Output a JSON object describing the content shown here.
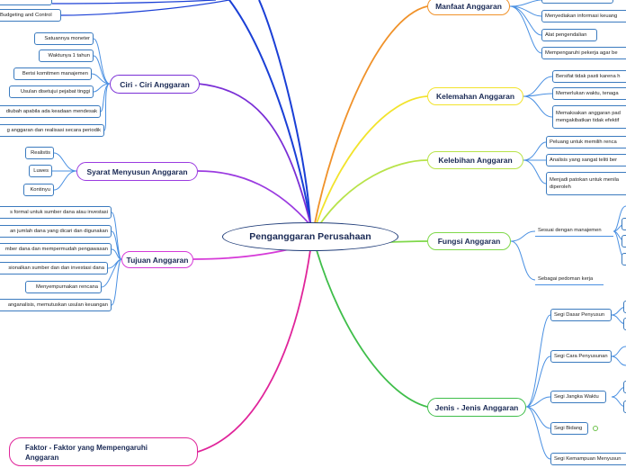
{
  "central": "Penganggaran Perusahaan",
  "topics": {
    "ciri": "Ciri - Ciri Anggaran",
    "syarat": "Syarat Menyusun Anggaran",
    "tujuan": "Tujuan Anggaran",
    "faktor": "Faktor - Faktor yang Mempengaruhi Anggaran",
    "manfaat": "Manfaat Anggaran",
    "kelemahan": "Kelemahan Anggaran",
    "kelebihan": "Kelebihan Anggaran",
    "fungsi": "Fungsi Anggaran",
    "jenis": "Jenis - Jenis Anggaran"
  },
  "top_left": {
    "budgeting": "Budgeting and Control"
  },
  "ciri_items": [
    "Satuannya moneter",
    "Waktunya 1 tahun",
    "Berisi komitmen manajemen",
    "Usulan disetujui pejabat tinggi",
    "diubah apabila ada keadaan mendesak",
    "g anggaran dan realisasi secara periodik"
  ],
  "syarat_items": [
    "Realistis",
    "Luwes",
    "Kontinyu"
  ],
  "tujuan_items": [
    "s formal untuk sumber dana atau investasi",
    "an jumlah dana yang dicari dan digunakan",
    "mber dana dan mempermudah pengawasan",
    "sionalkan sumber dan dan investasi dana",
    "Menyempurnakan rencana",
    "anganalisis, memutuskan usulan keuangan"
  ],
  "manfaat_items": [
    "Menyediakan informasi keuang",
    "Alat pengendalian",
    "Mempengaruhi pekerja agar be"
  ],
  "kelemahan_items": [
    "Bersifat tidak pasti karena h",
    "Memerlukan waktu, tenaga",
    "Memaksakan anggaran pad mengakibatkan tidak efektif"
  ],
  "kelebihan_items": [
    "Peluang untuk memilih renca",
    "Analisis yang sangat teliti ber",
    "Menjadi patokan untuk menila diperoleh"
  ],
  "fungsi_items": [
    "Sesuai dengan manajemen",
    "Sebagai pedoman kerja"
  ],
  "jenis_items": [
    "Segi Dasar Penyusun",
    "Segi Cara Penyusunan",
    "Segi Jangka Waktu",
    "Segi Bidang",
    "Segi Kemampuan Menyusun"
  ],
  "colors": {
    "central": "#1f3c78",
    "ciri": "#7a2fd6",
    "syarat": "#9b3be0",
    "tujuan": "#d63ad8",
    "faktor": "#e0249a",
    "manfaat": "#f0922a",
    "kelemahan": "#f2e32c",
    "kelebihan": "#b8e34a",
    "fungsi": "#7fd84a",
    "jenis": "#3fbe4a",
    "top": "#1a3fd6",
    "leaf": "#3b7bbf",
    "leafline": "#4a90e2"
  }
}
